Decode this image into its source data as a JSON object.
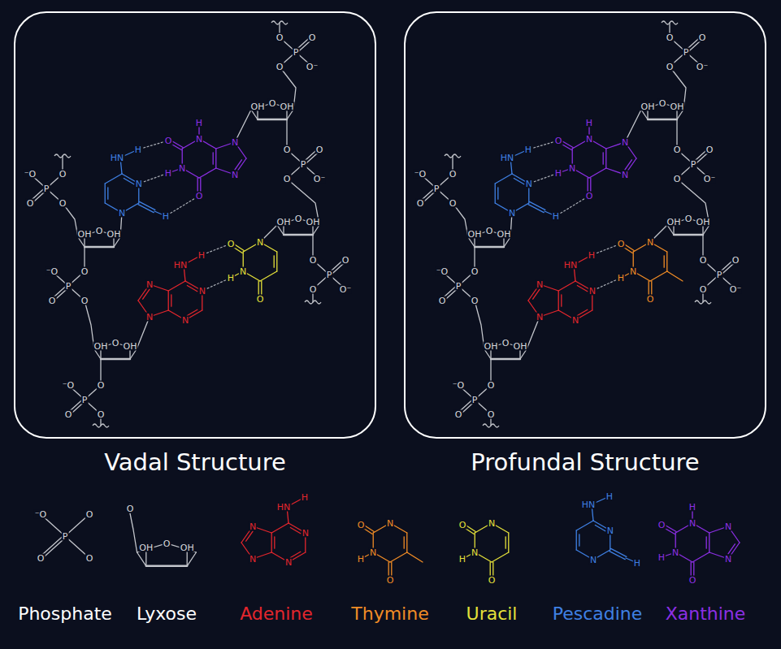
{
  "diagram": {
    "nodes": [
      {
        "text": [
          "Vadal Structure"
        ]
      },
      {
        "text": [
          "Profundal Structure"
        ]
      }
    ],
    "labels": [
      "⁻O",
      "O",
      "P",
      "O",
      "O",
      "OH",
      "O",
      "OH",
      "⁻O",
      "O",
      "P",
      "O",
      "O",
      "OH",
      "O",
      "OH",
      "⁻O",
      "O",
      "P",
      "O",
      "O",
      "O⁻",
      "O",
      "P",
      "O",
      "O",
      "OH",
      "O",
      "OH",
      "O⁻",
      "O",
      "P",
      "O",
      "O",
      "OH",
      "O",
      "OH",
      "O⁻",
      "O",
      "P",
      "O",
      "O",
      "HN",
      "H",
      "N",
      "H",
      "N",
      "O",
      "N",
      "H",
      "N",
      "H",
      "O",
      "N",
      "N",
      "HN",
      "H",
      "N",
      "N",
      "N",
      "N",
      "O",
      "N",
      "N",
      "H",
      "O",
      "⁻O",
      "O",
      "P",
      "O",
      "O",
      "OH",
      "O",
      "OH",
      "⁻O",
      "O",
      "P",
      "O",
      "O",
      "OH",
      "O",
      "OH",
      "⁻O",
      "O",
      "P",
      "O",
      "O",
      "O⁻",
      "O",
      "P",
      "O",
      "O",
      "OH",
      "O",
      "OH",
      "O⁻",
      "O",
      "P",
      "O",
      "O",
      "OH",
      "O",
      "OH",
      "O⁻",
      "O",
      "P",
      "O",
      "O",
      "HN",
      "H",
      "N",
      "H",
      "N",
      "O",
      "N",
      "H",
      "N",
      "H",
      "O",
      "N",
      "N",
      "HN",
      "H",
      "N",
      "N",
      "N",
      "N",
      "O",
      "N",
      "N",
      "H",
      "O",
      "⁻O",
      "O",
      "P",
      "O",
      "O",
      "O",
      "OH",
      "O",
      "OH",
      "HN",
      "H",
      "N",
      "N",
      "N",
      "N",
      "O",
      "N",
      "N",
      "H",
      "O",
      "O",
      "N",
      "N",
      "H",
      "O",
      "HN",
      "H",
      "N",
      "H",
      "N",
      "O",
      "N",
      "H",
      "N",
      "H",
      "O",
      "N",
      "N"
    ],
    "legend": [
      {
        "text": "Phosphate"
      },
      {
        "text": "Lyxose"
      },
      {
        "text": "Adenine"
      },
      {
        "text": "Thymine"
      },
      {
        "text": "Uracil"
      },
      {
        "text": "Pescadine"
      },
      {
        "text": "Xanthine"
      }
    ]
  }
}
